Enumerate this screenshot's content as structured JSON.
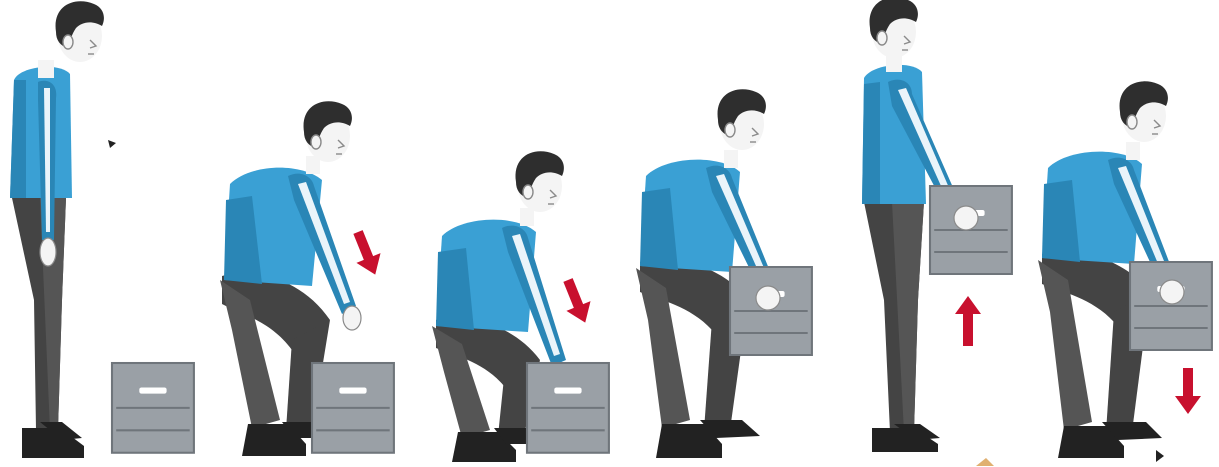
{
  "illustration": {
    "subject": "safe-lifting-technique-sequence",
    "step_count": 6,
    "colors": {
      "background": "#ffffff",
      "shirt": "#3aa0d4",
      "shirt_dark": "#2a86b6",
      "shirt_stripe": "#eaf4fa",
      "pants": "#444444",
      "pants_light": "#555555",
      "shoe": "#222222",
      "skin": "#f4f4f4",
      "skin_line": "#8a8a8a",
      "hair": "#2e2e2e",
      "box": "#9aa0a6",
      "box_dark": "#858b91",
      "box_line": "#6f757b",
      "box_handle": "#ffffff",
      "arrow": "#c8102e"
    },
    "steps": [
      {
        "name": "stand-near-box",
        "arrow": "none"
      },
      {
        "name": "squat-down",
        "arrow": "down"
      },
      {
        "name": "grip-box",
        "arrow": "down"
      },
      {
        "name": "lift-with-legs",
        "arrow": "none"
      },
      {
        "name": "stand-holding-box",
        "arrow": "up"
      },
      {
        "name": "lower-box",
        "arrow": "down"
      }
    ]
  }
}
